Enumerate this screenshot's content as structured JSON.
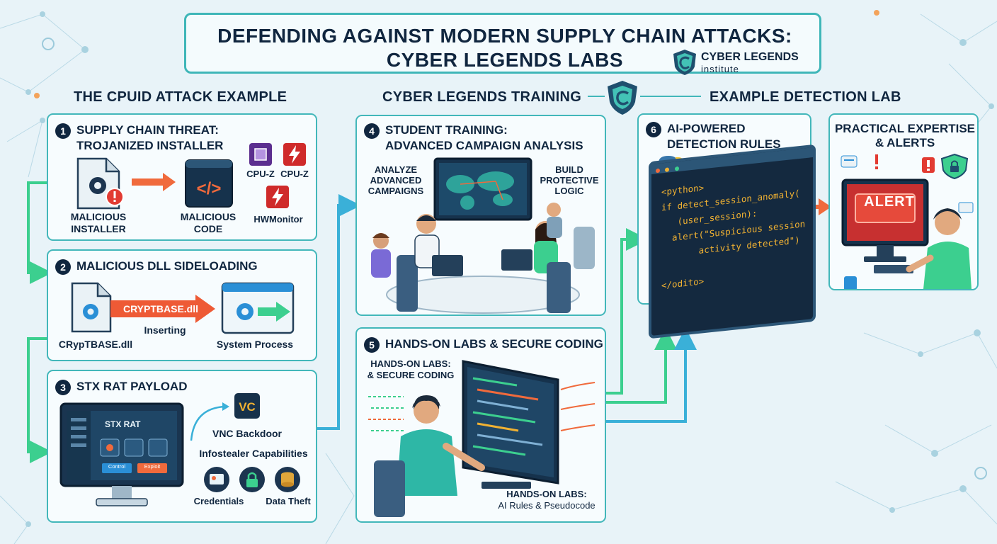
{
  "title": {
    "line1": "DEFENDING AGAINST MODERN SUPPLY CHAIN ATTACKS:",
    "line2": "CYBER LEGENDS LABS"
  },
  "logo": {
    "name": "CYBER LEGENDS",
    "sub": "institute"
  },
  "sections": {
    "attack": "THE CPUID ATTACK EXAMPLE",
    "training": "CYBER LEGENDS TRAINING",
    "detection": "EXAMPLE DETECTION LAB"
  },
  "panels": {
    "p1": {
      "num": "1",
      "title_line1": "SUPPLY CHAIN THREAT:",
      "title_line2": "TROJANIZED INSTALLER",
      "installer_label_1": "MALICIOUS",
      "installer_label_2": "INSTALLER",
      "code_label_1": "MALICIOUS",
      "code_label_2": "CODE",
      "app1": "CPU-Z",
      "app2": "CPU-Z",
      "app3": "HWMonitor"
    },
    "p2": {
      "num": "2",
      "title": "MALICIOUS DLL SIDELOADING",
      "dll_arrow_label": "CRYPTBASE.dll",
      "inserting": "Inserting",
      "file_label": "CRypTBASE.dll",
      "process_label": "System Process"
    },
    "p3": {
      "num": "3",
      "title": "STX RAT PAYLOAD",
      "screen_title": "STX RAT",
      "btn_control": "Control",
      "btn_exploit": "Exploit",
      "vnc_label": "VNC Backdoor",
      "infostealer": "Infostealer Capabilities",
      "credentials": "Credentials",
      "data_theft": "Data Theft"
    },
    "p4": {
      "num": "4",
      "title_line1": "STUDENT TRAINING:",
      "title_line2": "ADVANCED CAMPAIGN ANALYSIS",
      "left_1": "ANALYZE",
      "left_2": "ADVANCED",
      "left_3": "CAMPAIGNS",
      "right_1": "BUILD",
      "right_2": "PROTECTIVE",
      "right_3": "LOGIC"
    },
    "p5": {
      "num": "5",
      "title": "HANDS-ON LABS & SECURE CODING",
      "tl_1": "HANDS-ON LABS:",
      "tl_2": "& SECURE CODING",
      "br_1": "HANDS-ON LABS:",
      "br_2": "AI Rules & Pseudocode"
    },
    "p6": {
      "num": "6",
      "title_line1": "AI-POWERED",
      "title_line2": "DETECTION RULES",
      "code": [
        "<python>",
        "if detect_session_anomaly(",
        "   (user_session):",
        "  alert(\"Suspicious session",
        "       activity detected\")",
        "</odito>"
      ]
    },
    "p7": {
      "title_line1": "PRACTICAL EXPERTISE",
      "title_line2": "& ALERTS",
      "alert": "ALERT"
    }
  },
  "colors": {
    "teal": "#42b7ba",
    "navy": "#10263f",
    "green": "#3ccf8f",
    "red": "#e64a3b",
    "orange": "#f06a3c",
    "background": "#e8f3f8"
  }
}
